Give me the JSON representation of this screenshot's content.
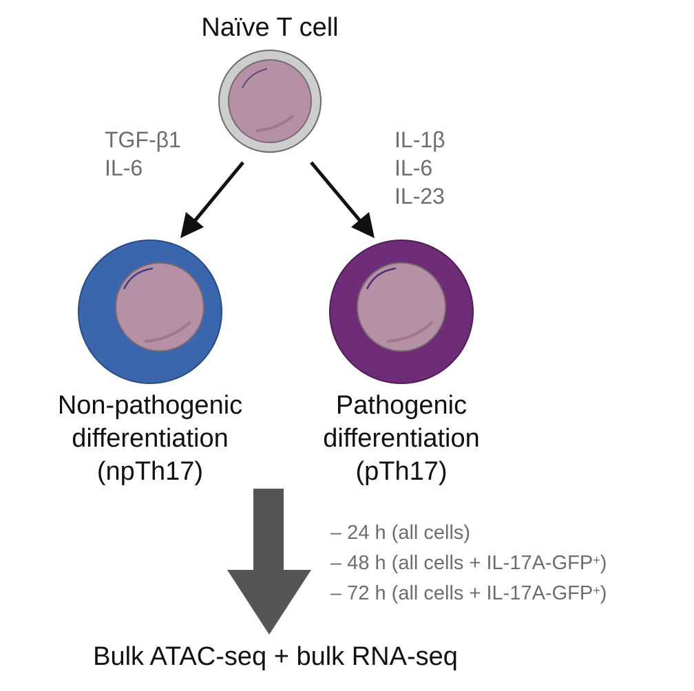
{
  "title": "Naïve T cell",
  "cytokines_left": [
    "TGF-β1",
    "IL-6"
  ],
  "cytokines_right": [
    "IL-1β",
    "IL-6",
    "IL-23"
  ],
  "left_cell": {
    "lines": [
      "Non-pathogenic",
      "differentiation",
      "(npTh17)"
    ],
    "color": "#3b65ad"
  },
  "right_cell": {
    "lines": [
      "Pathogenic",
      "differentiation",
      "(pTh17)"
    ],
    "color": "#6e2d76"
  },
  "naive_cell_color": "#cdcdcd",
  "nucleus_color": "#b690a5",
  "timepoints": [
    {
      "text": "– 24 h (all cells)",
      "sup": ""
    },
    {
      "text": "– 48 h (all cells + IL-17A-GFP",
      "sup": "+",
      "tail": ")"
    },
    {
      "text": "– 72 h (all cells + IL-17A-GFP",
      "sup": "+",
      "tail": ")"
    }
  ],
  "bottom_label": "Bulk ATAC-seq + bulk RNA-seq"
}
